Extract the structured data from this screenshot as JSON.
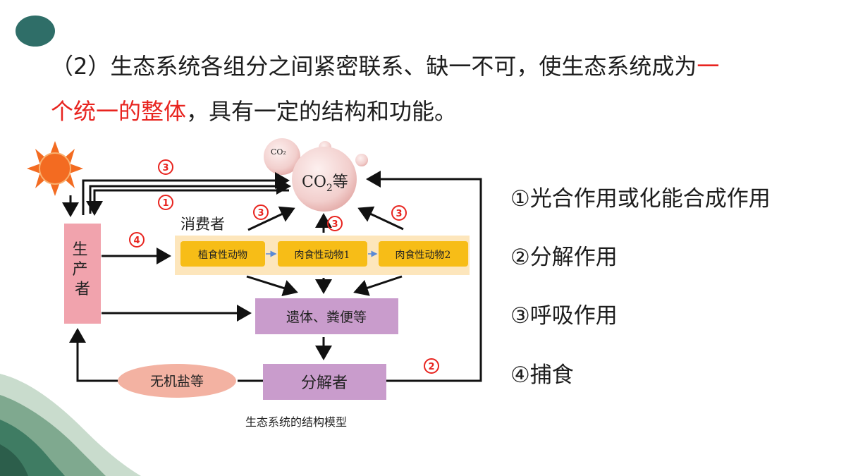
{
  "text": {
    "line1": "（2）生态系统各组分之间紧密联系、缺一不可，使生态系统成为",
    "line1_red": "一",
    "line2_red": "个统一的整体",
    "line2_rest": "，具有一定的结构和功能。"
  },
  "diagram": {
    "co2_small": "CO₂",
    "co2_main_prefix": "CO",
    "co2_main_sub": "2",
    "co2_main_suffix": "等",
    "producer": "生\n产\n者",
    "consumers_label": "消费者",
    "herbivore": "植食性动物",
    "carnivore1": "肉食性动物1",
    "carnivore2": "肉食性动物2",
    "remains": "遗体、粪便等",
    "decomposer": "分解者",
    "inorganic": "无机盐等",
    "caption": "生态系统的结构模型",
    "mark_1": "1",
    "mark_2": "2",
    "mark_3": "3",
    "mark_4": "4"
  },
  "legend": {
    "item1": "①光合作用或化能合成作用",
    "item2": "②分解作用",
    "item3": "③呼吸作用",
    "item4": "④捕食"
  },
  "colors": {
    "accent_red": "#e8241f",
    "producer_fill": "#f1a3ad",
    "consumer_fill": "#f7bd17",
    "consumer_band": "#fde6bc",
    "remains_fill": "#c99ccc",
    "decomposer_fill": "#c99ccc",
    "inorganic_fill": "#f3b2a2",
    "sun": "#f36b21",
    "corner_dot": "#2f6e68"
  }
}
